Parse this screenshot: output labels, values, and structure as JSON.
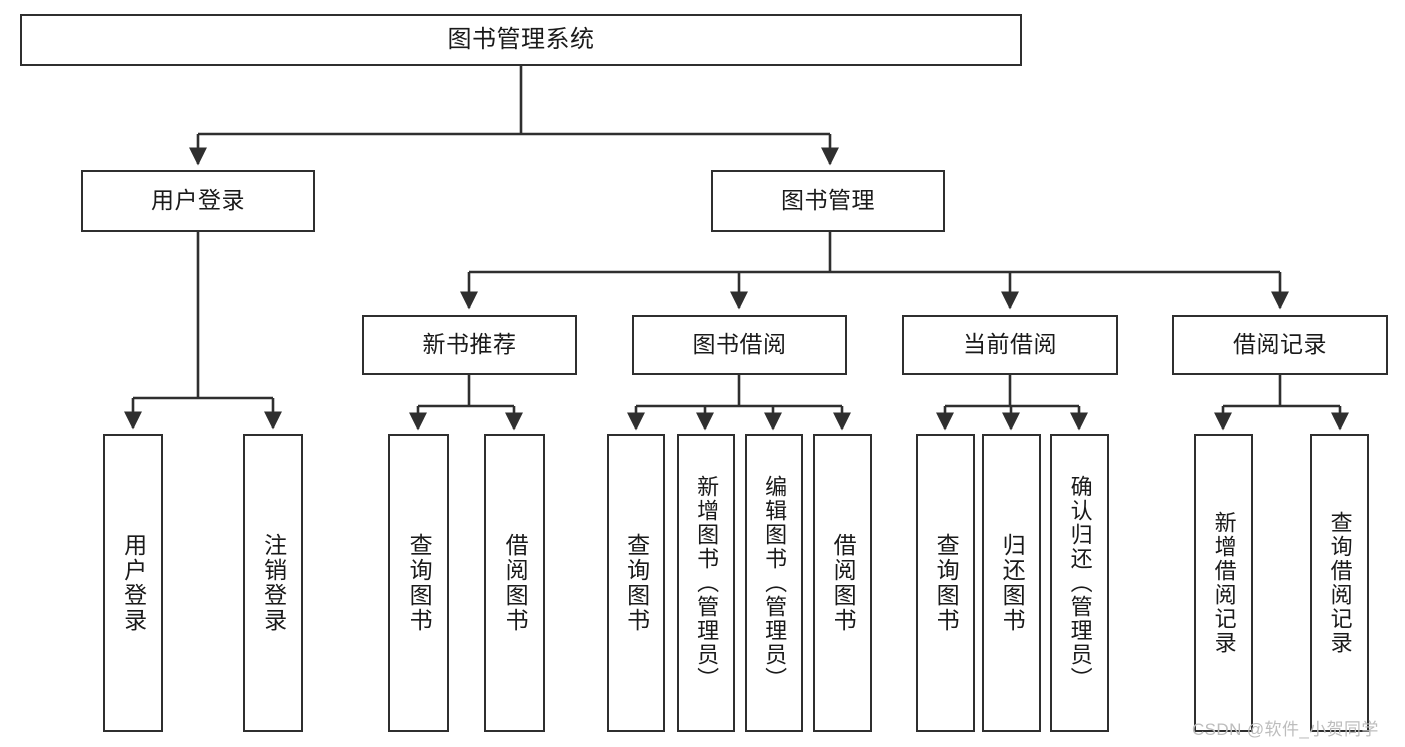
{
  "diagram": {
    "type": "tree",
    "title": "图书管理系统",
    "watermark": "CSDN @软件_小贺同学",
    "colors": {
      "box_border": "#2f2f2f",
      "box_fill": "#ffffff",
      "edge": "#2f2f2f",
      "text": "#1a1a1a",
      "watermark": "#bdbdbd",
      "background": "#ffffff"
    },
    "nodes": {
      "root": {
        "label": "图书管理系统"
      },
      "level2": [
        {
          "label": "用户登录"
        },
        {
          "label": "图书管理"
        }
      ],
      "level3": [
        {
          "label": "新书推荐"
        },
        {
          "label": "图书借阅"
        },
        {
          "label": "当前借阅"
        },
        {
          "label": "借阅记录"
        }
      ],
      "leaves_user_login": [
        {
          "label": "用户登录"
        },
        {
          "label": "注销登录"
        }
      ],
      "leaves_new_book": [
        {
          "label": "查询图书"
        },
        {
          "label": "借阅图书"
        }
      ],
      "leaves_borrow": [
        {
          "label": "查询图书"
        },
        {
          "label": "新增图书（管理员）"
        },
        {
          "label": "编辑图书（管理员）"
        },
        {
          "label": "借阅图书"
        }
      ],
      "leaves_current": [
        {
          "label": "查询图书"
        },
        {
          "label": "归还图书"
        },
        {
          "label": "确认归还（管理员）"
        }
      ],
      "leaves_record": [
        {
          "label": "新增借阅记录"
        },
        {
          "label": "查询借阅记录"
        }
      ]
    },
    "edges": [
      {
        "from": "图书管理系统",
        "to": "用户登录"
      },
      {
        "from": "图书管理系统",
        "to": "图书管理"
      },
      {
        "from": "用户登录",
        "to": "用户登录(叶)"
      },
      {
        "from": "用户登录",
        "to": "注销登录"
      },
      {
        "from": "图书管理",
        "to": "新书推荐"
      },
      {
        "from": "图书管理",
        "to": "图书借阅"
      },
      {
        "from": "图书管理",
        "to": "当前借阅"
      },
      {
        "from": "图书管理",
        "to": "借阅记录"
      },
      {
        "from": "新书推荐",
        "to": "查询图书"
      },
      {
        "from": "新书推荐",
        "to": "借阅图书"
      },
      {
        "from": "图书借阅",
        "to": "查询图书"
      },
      {
        "from": "图书借阅",
        "to": "新增图书（管理员）"
      },
      {
        "from": "图书借阅",
        "to": "编辑图书（管理员）"
      },
      {
        "from": "图书借阅",
        "to": "借阅图书"
      },
      {
        "from": "当前借阅",
        "to": "查询图书"
      },
      {
        "from": "当前借阅",
        "to": "归还图书"
      },
      {
        "from": "当前借阅",
        "to": "确认归还（管理员）"
      },
      {
        "from": "借阅记录",
        "to": "新增借阅记录"
      },
      {
        "from": "借阅记录",
        "to": "查询借阅记录"
      }
    ]
  }
}
